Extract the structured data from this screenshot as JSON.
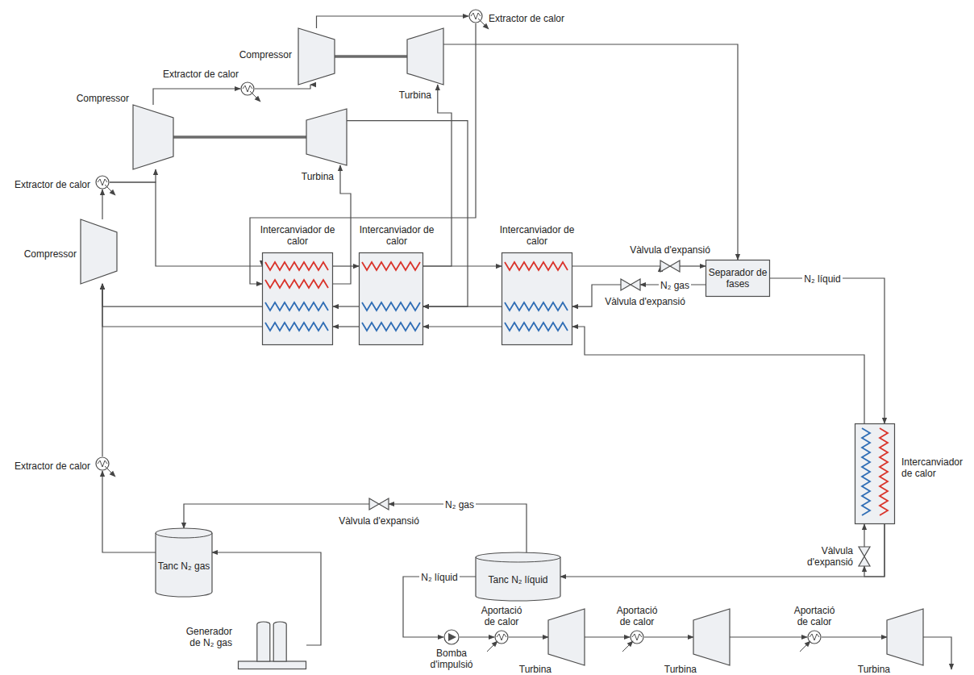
{
  "diagram": {
    "nodes": [
      {
        "text": [
          "Extractor de calor"
        ]
      },
      {
        "text": [
          "Compressor"
        ]
      },
      {
        "text": [
          "Turbina"
        ]
      },
      {
        "text": [
          "Extractor de calor"
        ]
      },
      {
        "text": [
          "Compressor"
        ]
      },
      {
        "text": [
          "Turbina"
        ]
      },
      {
        "text": [
          "Extractor de calor"
        ]
      },
      {
        "text": [
          "Compressor"
        ]
      },
      {
        "text": [
          "Intercanviador de calor"
        ]
      },
      {
        "text": [
          "Intercanviador de calor"
        ]
      },
      {
        "text": [
          "Intercanviador de calor"
        ]
      },
      {
        "text": [
          "Vàlvula d'expansió"
        ]
      },
      {
        "text": [
          "Vàlvula d'expansió"
        ]
      },
      {
        "text": [
          "Separador de fases"
        ]
      },
      {
        "text": [
          "Intercanviador de calor"
        ]
      },
      {
        "text": [
          "Extractor de calor"
        ]
      },
      {
        "text": [
          "Vàlvula d'expansió"
        ]
      },
      {
        "text": [
          "Tanc N₂ gas"
        ]
      },
      {
        "text": [
          "Tanc N₂ líquid"
        ]
      },
      {
        "text": [
          "Vàlvula d'expansió"
        ]
      },
      {
        "text": [
          "Generador de N₂ gas"
        ]
      },
      {
        "text": [
          "Bomba d'impulsió"
        ]
      },
      {
        "text": [
          "Aportació de calor"
        ]
      },
      {
        "text": [
          "Turbina"
        ]
      },
      {
        "text": [
          "Aportació de calor"
        ]
      },
      {
        "text": [
          "Turbina"
        ]
      },
      {
        "text": [
          "Aportació de calor"
        ]
      },
      {
        "text": [
          "Turbina"
        ]
      }
    ],
    "edges": [
      {
        "from": 20,
        "to": 17,
        "arrow": "to"
      },
      {
        "from": 17,
        "to": 15,
        "arrow": "to"
      },
      {
        "from": 15,
        "to": 7,
        "arrow": "to"
      },
      {
        "from": 8,
        "to": 7,
        "arrow": "to"
      },
      {
        "from": 8,
        "to": 7,
        "arrow": "to"
      },
      {
        "from": 7,
        "to": 6,
        "arrow": "to"
      },
      {
        "from": 6,
        "to": 4,
        "arrow": "to"
      },
      {
        "from": 6,
        "to": 8,
        "arrow": "to"
      },
      {
        "from": 4,
        "to": 3,
        "arrow": "to"
      },
      {
        "from": 3,
        "to": 1,
        "arrow": "to"
      },
      {
        "from": 1,
        "to": 0,
        "arrow": "to"
      },
      {
        "from": 0,
        "to": 8,
        "arrow": "to"
      },
      {
        "from": 2,
        "to": 1,
        "arrow": "none"
      },
      {
        "from": 5,
        "to": 4,
        "arrow": "none"
      },
      {
        "from": 8,
        "to": 9,
        "arrow": "to"
      },
      {
        "from": 8,
        "to": 5,
        "arrow": "to"
      },
      {
        "from": 9,
        "to": 10,
        "arrow": "to"
      },
      {
        "from": 9,
        "to": 2,
        "arrow": "to"
      },
      {
        "from": 5,
        "to": 9,
        "arrow": "to"
      },
      {
        "from": 10,
        "to": 11,
        "arrow": "to"
      },
      {
        "from": 11,
        "to": 13,
        "arrow": "to"
      },
      {
        "from": 2,
        "to": 13,
        "arrow": "to"
      },
      {
        "from": 13,
        "to": 12,
        "label": "N₂ gas",
        "arrow": "to"
      },
      {
        "from": 12,
        "to": 10,
        "arrow": "to"
      },
      {
        "from": 10,
        "to": 9,
        "arrow": "to"
      },
      {
        "from": 10,
        "to": 9,
        "arrow": "to"
      },
      {
        "from": 9,
        "to": 8,
        "arrow": "to"
      },
      {
        "from": 9,
        "to": 8,
        "arrow": "to"
      },
      {
        "from": 13,
        "to": 14,
        "label": "N₂ líquid",
        "arrow": "to"
      },
      {
        "from": 14,
        "to": 18,
        "arrow": "to"
      },
      {
        "from": 14,
        "to": 19,
        "arrow": "to"
      },
      {
        "from": 19,
        "to": 14,
        "arrow": "to"
      },
      {
        "from": 14,
        "to": 10,
        "arrow": "to"
      },
      {
        "from": 18,
        "to": 16,
        "label": "N₂ gas",
        "arrow": "to"
      },
      {
        "from": 16,
        "to": 17,
        "arrow": "to"
      },
      {
        "from": 18,
        "to": 21,
        "label": "N₂ líquid",
        "arrow": "to"
      },
      {
        "from": 21,
        "to": 22,
        "arrow": "to"
      },
      {
        "from": 22,
        "to": 23,
        "arrow": "to"
      },
      {
        "from": 23,
        "to": 24,
        "arrow": "to"
      },
      {
        "from": 24,
        "to": 25,
        "arrow": "to"
      },
      {
        "from": 25,
        "to": 26,
        "arrow": "to"
      },
      {
        "from": 26,
        "to": 27,
        "arrow": "to"
      }
    ]
  }
}
